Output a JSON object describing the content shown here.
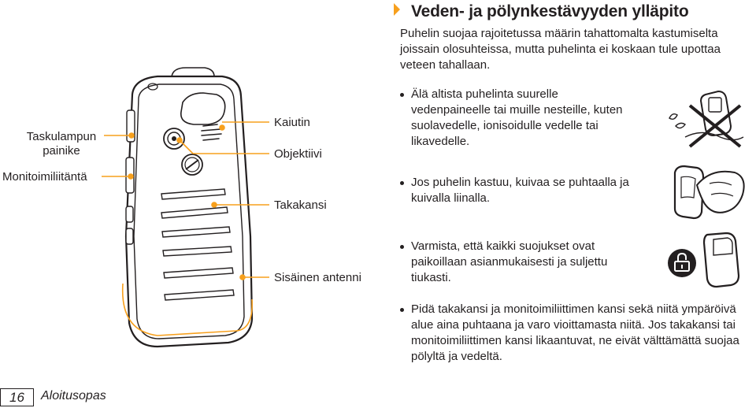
{
  "labels": {
    "flashlight_button": "Taskulampun painike",
    "multifunction_jack": "Monitoimiliitäntä",
    "speaker": "Kaiutin",
    "lens": "Objektiivi",
    "back_cover": "Takakansi",
    "internal_antenna": "Sisäinen antenni"
  },
  "section": {
    "title": "Veden- ja pölynkestävyyden ylläpito",
    "intro": "Puhelin suojaa rajoitetussa määrin tahattomalta kastumiselta joissain olosuhteissa, mutta puhelinta ei koskaan tule upottaa veteen tahallaan.",
    "bullets": [
      "Älä altista puhelinta suurelle vedenpaineelle tai muille nesteille, kuten suolavedelle, ionisoidulle vedelle tai likavedelle.",
      "Jos puhelin kastuu, kuivaa se puhtaalla ja kuivalla liinalla.",
      "Varmista, että kaikki suojukset ovat paikoillaan asianmukaisesti ja suljettu tiukasti.",
      "Pidä takakansi ja monitoimiliittimen kansi sekä niitä ympäröivä alue aina puhtaana ja varo vioittamasta niitä. Jos takakansi tai monitoimiliittimen kansi likaantuvat, ne eivät välttämättä suojaa pölyltä ja vedeltä."
    ]
  },
  "footer": {
    "page_number": "16",
    "chapter": "Aloitusopas"
  },
  "colors": {
    "accent": "#f7a01d",
    "callout_line": "#f7a01d",
    "text": "#231f20"
  },
  "icons": {
    "no_water_icon": "phone-no-water-icon",
    "dry_cloth_icon": "phone-dry-cloth-icon",
    "lock_cover_icon": "phone-lock-cover-icon"
  }
}
